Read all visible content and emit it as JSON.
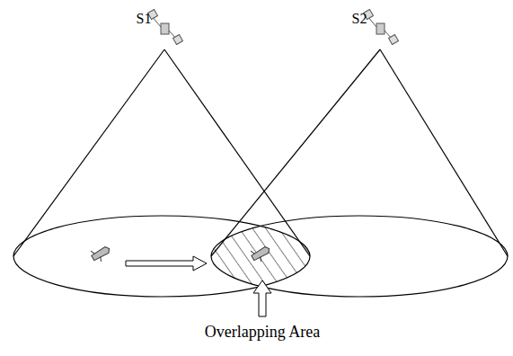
{
  "diagram": {
    "labels": [
      "S1",
      "S2",
      "Overlapping Area"
    ]
  }
}
